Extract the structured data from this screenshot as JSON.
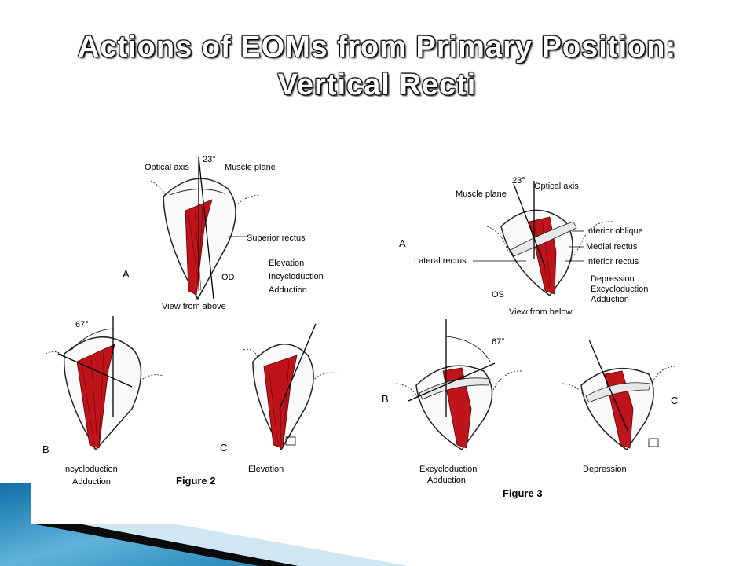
{
  "title": {
    "line1": "Actions of EOMs from Primary Position:",
    "line2": "Vertical Recti"
  },
  "figure2": {
    "angle_top": "23°",
    "optical_axis": "Optical axis",
    "muscle_plane": "Muscle plane",
    "superior_rectus": "Superior rectus",
    "panel_a": "A",
    "eye": "OD",
    "actions": [
      "Elevation",
      "Incycloduction",
      "Adduction"
    ],
    "view": "View from above",
    "angle_b": "67°",
    "panel_b": "B",
    "b_actions": [
      "Incycloduction",
      "Adduction"
    ],
    "panel_c": "C",
    "c_action": "Elevation",
    "caption": "Figure 2"
  },
  "figure3": {
    "angle_top": "23°",
    "optical_axis": "Optical axis",
    "muscle_plane": "Muscle plane",
    "inferior_oblique": "Inferior oblique",
    "medial_rectus": "Medial rectus",
    "inferior_rectus": "Inferior rectus",
    "lateral_rectus": "Lateral rectus",
    "panel_a": "A",
    "eye": "OS",
    "actions": [
      "Depression",
      "Excycloduction",
      "Adduction"
    ],
    "view": "View from below",
    "angle_b": "67°",
    "panel_b": "B",
    "b_actions": [
      "Excycloduction",
      "Adduction"
    ],
    "panel_c": "C",
    "c_action": "Depression",
    "caption": "Figure 3"
  },
  "colors": {
    "muscle": "#c0141c",
    "accent_blue": "#1f7fb3",
    "title_fill": "#ffffff"
  }
}
